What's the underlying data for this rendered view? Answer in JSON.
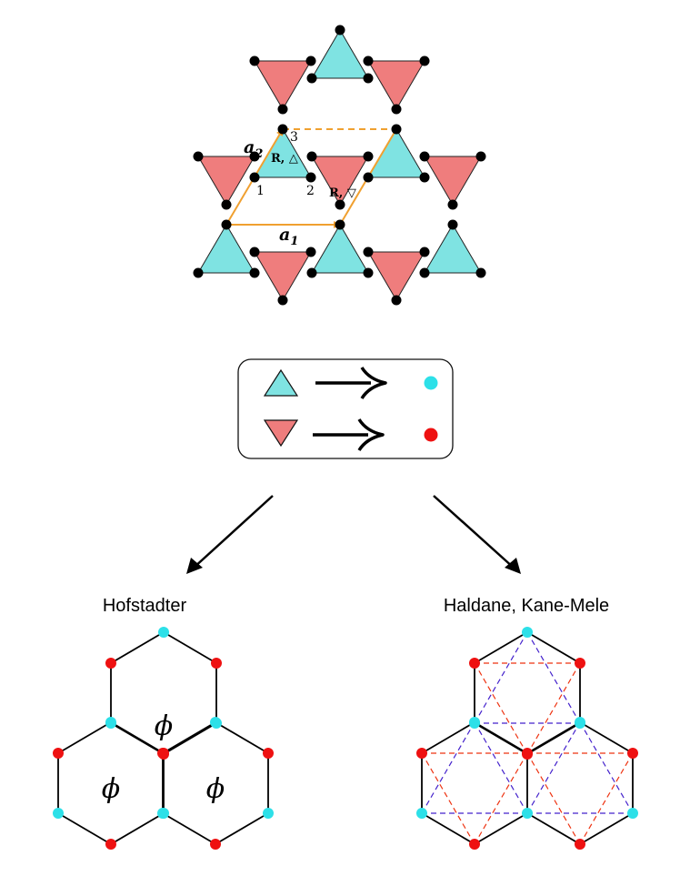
{
  "colors": {
    "up_triangle": "#7fe3e2",
    "down_triangle": "#ef7d7d",
    "site": "#000000",
    "cyan_site": "#2de0e8",
    "red_site": "#ee1111",
    "vector": "#f0a030",
    "hopping_red": "#ee3311",
    "hopping_blue": "#4422cc"
  },
  "kagome": {
    "vector_a2": "a",
    "vector_a2_sub": "2",
    "vector_a1": "a",
    "vector_a1_sub": "1",
    "cell_up": "R, △",
    "cell_down": "R, ▽",
    "site_1": "1",
    "site_2": "2",
    "site_3": "3"
  },
  "legend": {
    "up_maps_to": "cyan-site",
    "down_maps_to": "red-site"
  },
  "left_panel": {
    "title": "Hofstadter",
    "flux_label": "ϕ"
  },
  "right_panel": {
    "title": "Haldane, Kane-Mele"
  }
}
